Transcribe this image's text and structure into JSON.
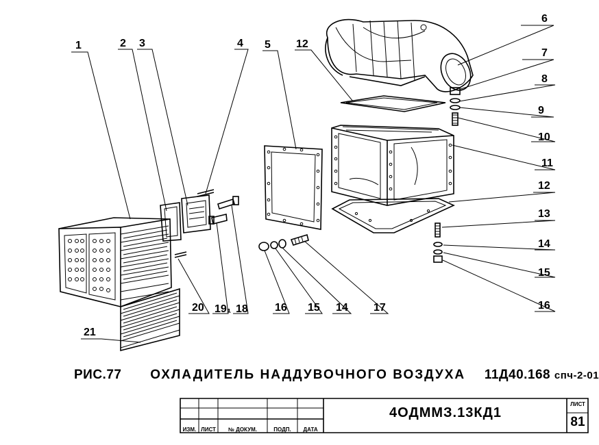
{
  "figure": {
    "label": "РИС.77",
    "title": "ОХЛАДИТЕЛЬ НАДДУВОЧНОГО ВОЗДУХА",
    "code": "11Д40.168",
    "code_suffix": "спч-2-01"
  },
  "callouts": [
    "1",
    "2",
    "3",
    "4",
    "5",
    "12",
    "6",
    "7",
    "8",
    "9",
    "10",
    "11",
    "12",
    "13",
    "14",
    "15",
    "16",
    "20",
    "19₁",
    "18",
    "16",
    "15",
    "14",
    "17",
    "21"
  ],
  "stamp": {
    "columns": [
      "ИЗМ.",
      "ЛИСТ",
      "№ ДОКУМ.",
      "ПОДП.",
      "ДАТА"
    ],
    "document_number": "4ОДММЗ.13КД1",
    "sheet_label": "ЛИСТ",
    "sheet_number": "81"
  }
}
